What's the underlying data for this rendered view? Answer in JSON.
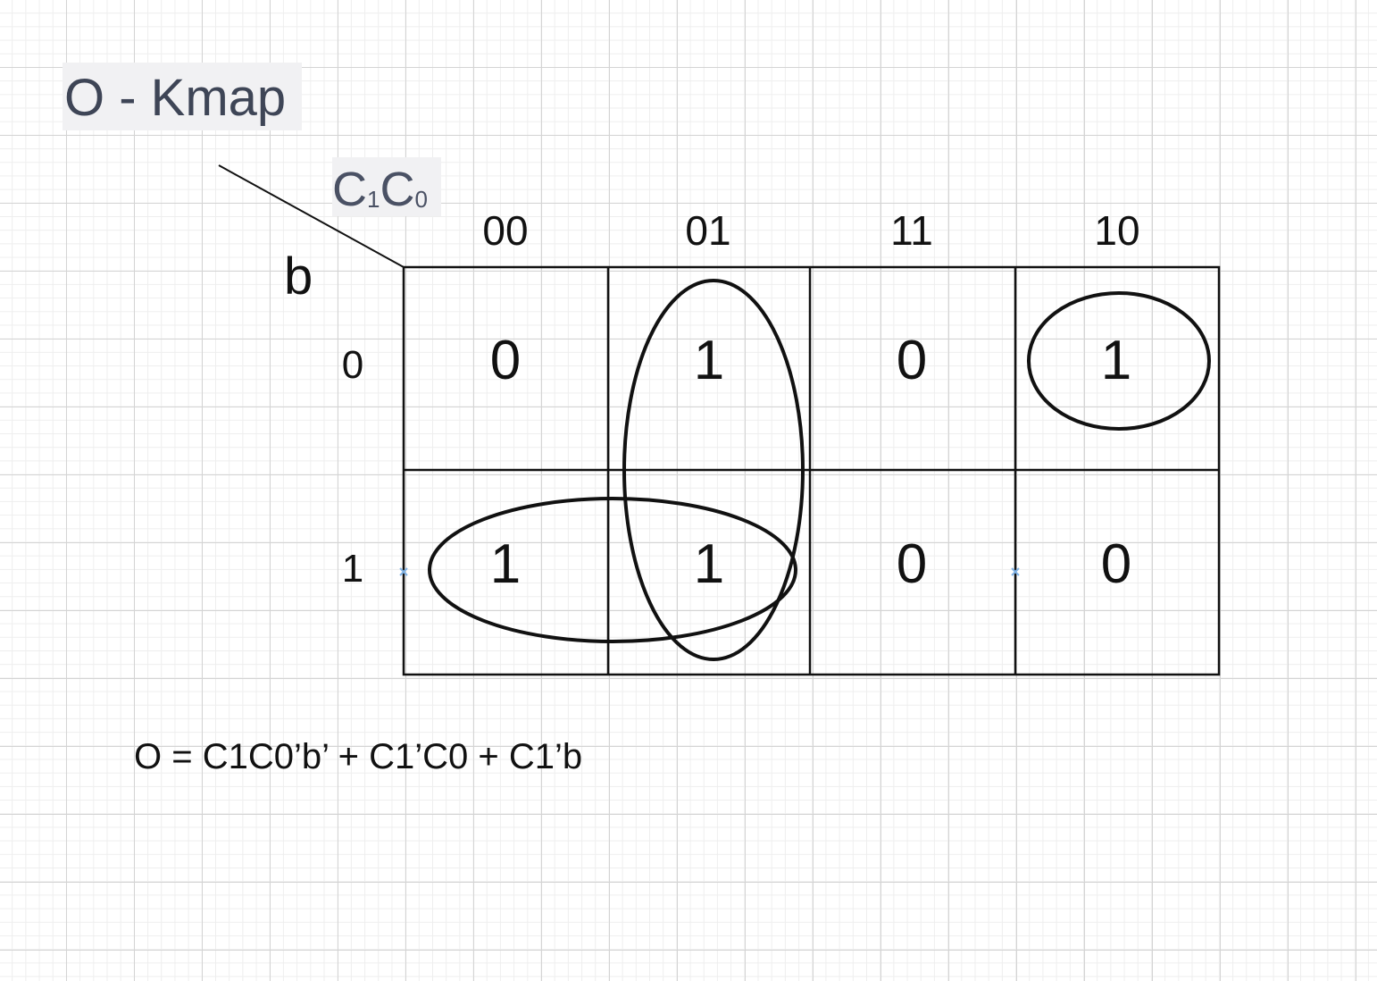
{
  "title": "O - Kmap",
  "column_variable": {
    "main": "C",
    "first_sub": "1",
    "second": "C",
    "second_sub": "0"
  },
  "row_variable": "b",
  "column_labels": [
    "00",
    "01",
    "11",
    "10"
  ],
  "row_labels": [
    "0",
    "1"
  ],
  "cells": [
    [
      "0",
      "1",
      "0",
      "1"
    ],
    [
      "1",
      "1",
      "0",
      "0"
    ]
  ],
  "equation": "O = C1C0’b’ + C1’C0 + C1’b",
  "colors": {
    "grid_major": "#d4d4d4",
    "grid_minor": "#eeeeee",
    "title_text": "#3e4556",
    "marker": "#7fb2e5"
  }
}
